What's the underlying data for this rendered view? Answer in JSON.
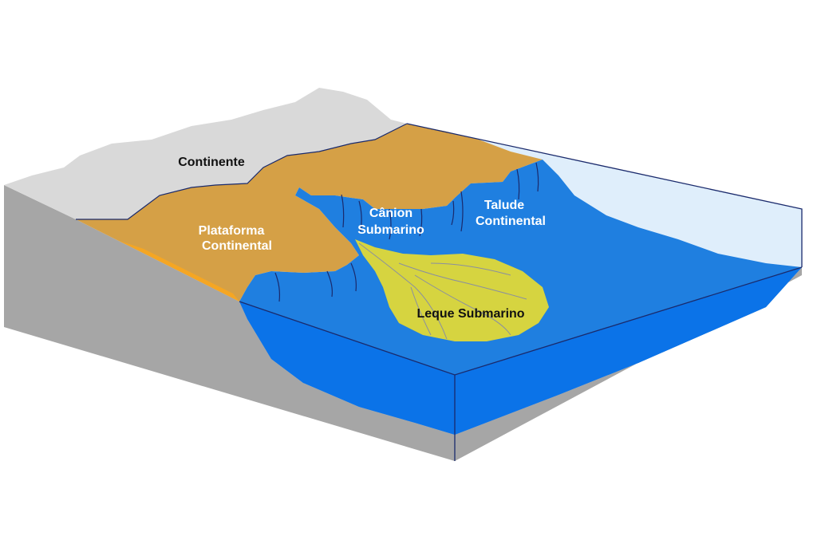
{
  "labels": {
    "continent": "Continente",
    "shelf_line1": "Plataforma",
    "shelf_line2": "Continental",
    "canyon_line1": "Cânion",
    "canyon_line2": "Submarino",
    "slope_line1": "Talude",
    "slope_line2": "Continental",
    "fan": "Leque Submarino"
  },
  "colors": {
    "continent": "#d9d9d9",
    "block_side": "#a6a6a6",
    "shelf": "#d5a046",
    "shelf_edge": "#f5a623",
    "slope": "#1f7fe0",
    "water_front": "#0b73e8",
    "water_surface": "#dfeefb",
    "fan": "#d6d440",
    "outline": "#1a2a6c"
  }
}
